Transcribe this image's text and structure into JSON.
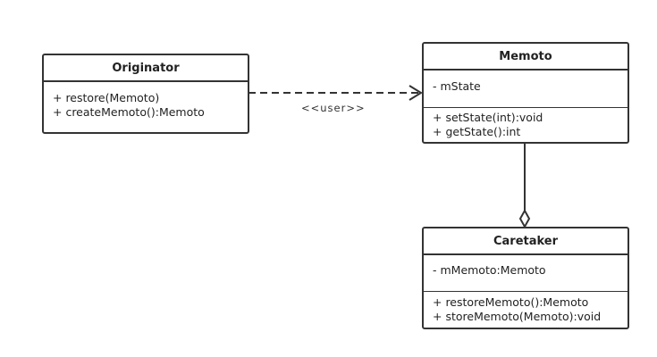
{
  "classes": {
    "originator": {
      "name": "Originator",
      "attributes": [],
      "methods": [
        "+ restore(Memoto)",
        "+ createMemoto():Memoto"
      ]
    },
    "memoto": {
      "name": "Memoto",
      "attributes": [
        "- mState"
      ],
      "methods": [
        "+ setState(int):void",
        "+ getState():int"
      ]
    },
    "caretaker": {
      "name": "Caretaker",
      "attributes": [
        "- mMemoto:Memoto"
      ],
      "methods": [
        "+ restoreMemoto():Memoto",
        "+ storeMemoto(Memoto):void"
      ]
    }
  },
  "relations": {
    "dependency_label": "<<user>>"
  }
}
